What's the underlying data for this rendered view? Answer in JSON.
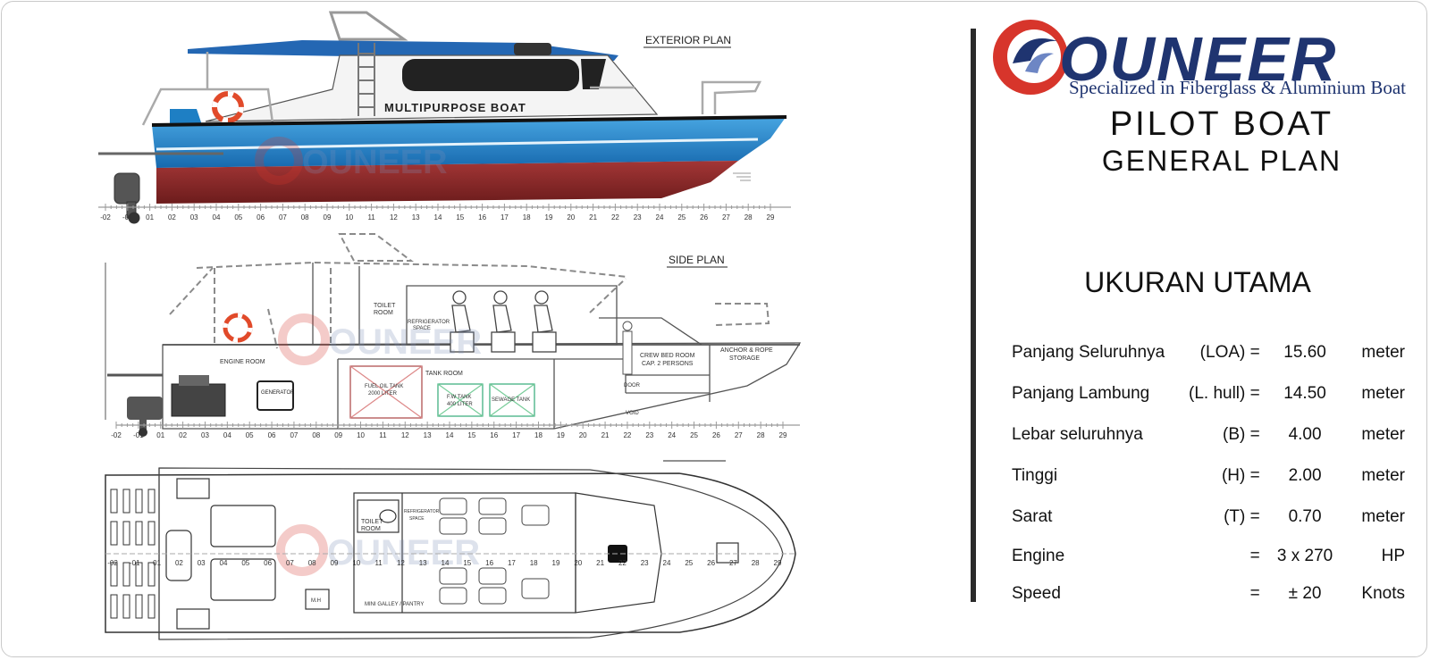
{
  "plans": {
    "exterior_label": "EXTERIOR PLAN",
    "side_label": "SIDE PLAN",
    "boat_name": "MULTIPURPOSE BOAT",
    "ruler_ticks": [
      "-02",
      "-01",
      "01",
      "02",
      "03",
      "04",
      "05",
      "06",
      "07",
      "08",
      "09",
      "10",
      "11",
      "12",
      "13",
      "14",
      "15",
      "16",
      "17",
      "18",
      "19",
      "20",
      "21",
      "22",
      "23",
      "24",
      "25",
      "26",
      "27",
      "28",
      "29"
    ],
    "side_rooms": {
      "engine_room": "ENGINE ROOM",
      "toilet_room_line1": "TOILET",
      "toilet_room_line2": "ROOM",
      "refrigerator_line1": "REFRIGERATOR",
      "refrigerator_line2": "SPACE",
      "crew_bed_line1": "CREW BED ROOM",
      "crew_bed_line2": "CAP. 2 PERSONS",
      "anchor_line1": "ANCHOR & ROPE",
      "anchor_line2": "STORAGE",
      "generator": "GENERATOR",
      "tank_room": "TANK ROOM",
      "fuel_tank_line1": "FUEL OIL TANK",
      "fuel_tank_line2": "2000 LITER",
      "fw_tank_line1": "F.W TANK",
      "fw_tank_line2": "400 LITER",
      "sewage_tank": "SEWAGE TANK",
      "void": "VOID",
      "door": "DOOR"
    },
    "top_rooms": {
      "toilet_line1": "TOILET",
      "toilet_line2": "ROOM",
      "refrigerator_line1": "REFRIGERATOR",
      "refrigerator_line2": "SPACE",
      "manhole": "M.H",
      "galley": "MINI GALLEY / PANTRY"
    },
    "colors": {
      "hull_blue": "#1e7fc4",
      "hull_red": "#8e2a2a",
      "roof_blue": "#2467b3",
      "lifebuoy": "#e14a2a"
    }
  },
  "brand": {
    "name": "OUNEER",
    "tagline": "Specialized in Fiberglass & Aluminium Boat",
    "logo_colors": {
      "navy": "#1f3470",
      "red": "#d7352b"
    }
  },
  "title": {
    "line1": "PILOT BOAT",
    "line2": "GENERAL PLAN"
  },
  "specs": {
    "heading": "UKURAN UTAMA",
    "rows": [
      {
        "label": "Panjang Seluruhnya",
        "symbol": "(LOA) =",
        "value": "15.60",
        "unit": "meter"
      },
      {
        "label": "Panjang Lambung",
        "symbol": "(L. hull) =",
        "value": "14.50",
        "unit": "meter"
      },
      {
        "label": "Lebar seluruhnya",
        "symbol": "(B) =",
        "value": "4.00",
        "unit": "meter"
      },
      {
        "label": "Tinggi",
        "symbol": "(H) =",
        "value": "2.00",
        "unit": "meter"
      },
      {
        "label": "Sarat",
        "symbol": "(T) =",
        "value": "0.70",
        "unit": "meter"
      },
      {
        "label": "Engine",
        "symbol": "=",
        "value": "3 x 270",
        "unit": "HP"
      },
      {
        "label": "Speed",
        "symbol": "=",
        "value": "± 20",
        "unit": "Knots"
      }
    ]
  }
}
